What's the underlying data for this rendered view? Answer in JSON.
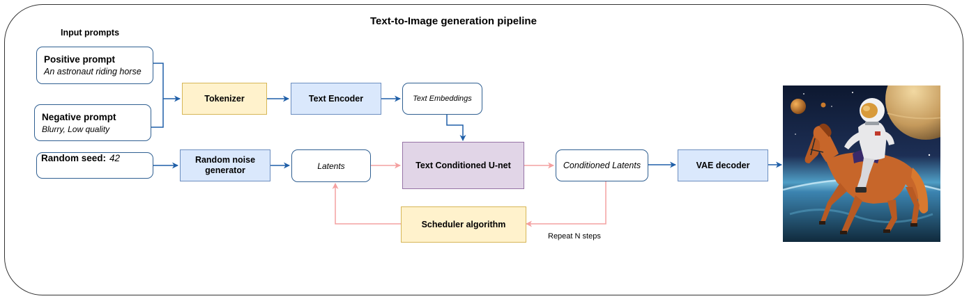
{
  "title": "Text-to-Image generation pipeline",
  "input_prompts_label": "Input prompts",
  "positive_prompt": {
    "label": "Positive prompt",
    "value": "An astronaut riding horse"
  },
  "negative_prompt": {
    "label": "Negative prompt",
    "value": "Blurry, Low quality"
  },
  "random_seed": {
    "label": "Random seed:",
    "value": "42"
  },
  "nodes": {
    "tokenizer": "Tokenizer",
    "text_encoder": "Text Encoder",
    "text_embeddings": "Text Embeddings",
    "random_noise_generator_line1": "Random noise",
    "random_noise_generator_line2": "generator",
    "latents": "Latents",
    "unet": "Text Conditioned U-net",
    "conditioned_latents": "Conditioned Latents",
    "vae_decoder": "VAE decoder",
    "scheduler": "Scheduler algorithm"
  },
  "loop_label": "Repeat N steps",
  "colors": {
    "flow_arrow": "#1f5fa8",
    "loop_arrow": "#f4a0a0",
    "tokenizer_fill": "#fff2cc",
    "encoder_fill": "#dae8fc",
    "unet_fill": "#e1d5e7",
    "scheduler_fill": "#fff2cc"
  }
}
